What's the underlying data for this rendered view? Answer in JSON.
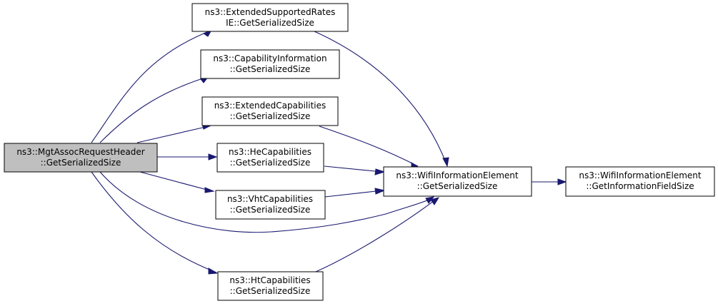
{
  "graph": {
    "nodes": [
      {
        "id": "root",
        "line1": "ns3::MgtAssocRequestHeader",
        "line2": "::GetSerializedSize"
      },
      {
        "id": "extsupp",
        "line1": "ns3::ExtendedSupportedRates",
        "line2": "IE::GetSerializedSize"
      },
      {
        "id": "capinfo",
        "line1": "ns3::CapabilityInformation",
        "line2": "::GetSerializedSize"
      },
      {
        "id": "extcap",
        "line1": "ns3::ExtendedCapabilities",
        "line2": "::GetSerializedSize"
      },
      {
        "id": "hecap",
        "line1": "ns3::HeCapabilities",
        "line2": "::GetSerializedSize"
      },
      {
        "id": "vhtcap",
        "line1": "ns3::VhtCapabilities",
        "line2": "::GetSerializedSize"
      },
      {
        "id": "htcap",
        "line1": "ns3::HtCapabilities",
        "line2": "::GetSerializedSize"
      },
      {
        "id": "wifiie",
        "line1": "ns3::WifiInformationElement",
        "line2": "::GetSerializedSize"
      },
      {
        "id": "wifiinfo",
        "line1": "ns3::WifiInformationElement",
        "line2": "::GetInformationFieldSize"
      }
    ]
  }
}
